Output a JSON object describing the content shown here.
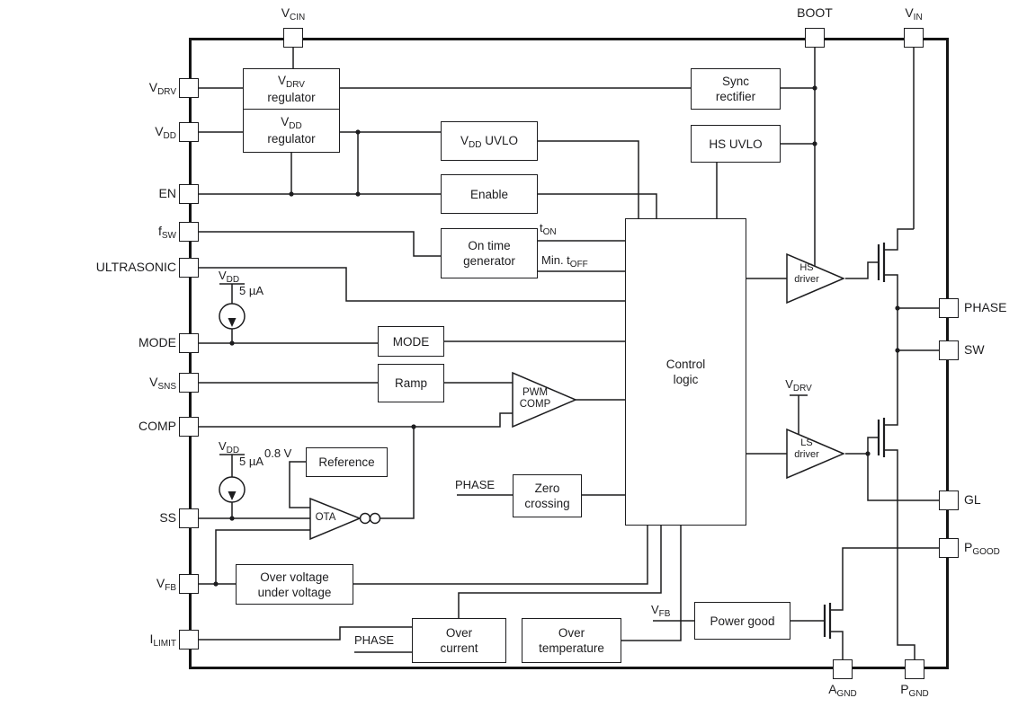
{
  "pins": {
    "vcin": {
      "main": "V",
      "sub": "CIN"
    },
    "boot": {
      "main": "BOOT",
      "sub": ""
    },
    "vin": {
      "main": "V",
      "sub": "IN"
    },
    "vdrv": {
      "main": "V",
      "sub": "DRV"
    },
    "vdd": {
      "main": "V",
      "sub": "DD"
    },
    "en": {
      "main": "EN",
      "sub": ""
    },
    "fsw": {
      "main": "f",
      "sub": "SW"
    },
    "ultrasonic": {
      "main": "ULTRASONIC",
      "sub": ""
    },
    "mode": {
      "main": "MODE",
      "sub": ""
    },
    "vsns": {
      "main": "V",
      "sub": "SNS"
    },
    "comp": {
      "main": "COMP",
      "sub": ""
    },
    "ss": {
      "main": "SS",
      "sub": ""
    },
    "vfb": {
      "main": "V",
      "sub": "FB"
    },
    "ilimit": {
      "main": "I",
      "sub": "LIMIT"
    },
    "phase": {
      "main": "PHASE",
      "sub": ""
    },
    "sw": {
      "main": "SW",
      "sub": ""
    },
    "gl": {
      "main": "GL",
      "sub": ""
    },
    "pgood": {
      "main": "P",
      "sub": "GOOD"
    },
    "agnd": {
      "main": "A",
      "sub": "GND"
    },
    "pgnd": {
      "main": "P",
      "sub": "GND"
    }
  },
  "blocks": {
    "vdrv_regulator": {
      "l1main": "V",
      "l1sub": "DRV",
      "l2": "regulator"
    },
    "vdd_regulator": {
      "l1main": "V",
      "l1sub": "DD",
      "l2": "regulator"
    },
    "sync_rectifier": {
      "l1": "Sync",
      "l2": "rectifier"
    },
    "vdd_uvlo": {
      "pre": "V",
      "sub": "DD",
      "post": " UVLO"
    },
    "hs_uvlo": {
      "label": "HS UVLO"
    },
    "enable": {
      "label": "Enable"
    },
    "on_time_generator": {
      "l1": "On time",
      "l2": "generator"
    },
    "control_logic": {
      "l1": "Control",
      "l2": "logic"
    },
    "mode": {
      "label": "MODE"
    },
    "ramp": {
      "label": "Ramp"
    },
    "reference": {
      "label": "Reference"
    },
    "zero_crossing": {
      "l1": "Zero",
      "l2": "crossing"
    },
    "over_voltage_under_voltage": {
      "l1": "Over voltage",
      "l2": "under voltage"
    },
    "over_current": {
      "l1": "Over",
      "l2": "current"
    },
    "over_temperature": {
      "l1": "Over",
      "l2": "temperature"
    },
    "power_good": {
      "label": "Power good"
    },
    "hs_driver": {
      "l1": "HS",
      "l2": "driver"
    },
    "ls_driver": {
      "l1": "LS",
      "l2": "driver"
    },
    "pwm_comp": {
      "l1": "PWM",
      "l2": "COMP"
    },
    "ota": {
      "label": "OTA"
    }
  },
  "annotations": {
    "ton": {
      "main": "t",
      "sub": "ON"
    },
    "min_toff": {
      "pre": "Min. t",
      "sub": "OFF"
    },
    "vref": "0.8 V",
    "phase_zero_crossing": "PHASE",
    "phase_over_current": "PHASE",
    "vfb_power_good": {
      "main": "V",
      "sub": "FB"
    },
    "vdrv_ls_driver": {
      "main": "V",
      "sub": "DRV"
    },
    "cs1_rail": {
      "main": "V",
      "sub": "DD"
    },
    "cs1_current": "5 µA",
    "cs2_rail": {
      "main": "V",
      "sub": "DD"
    },
    "cs2_current": "5 µA"
  },
  "colors": {
    "ink": "#1d1d1f",
    "background": "#ffffff"
  }
}
